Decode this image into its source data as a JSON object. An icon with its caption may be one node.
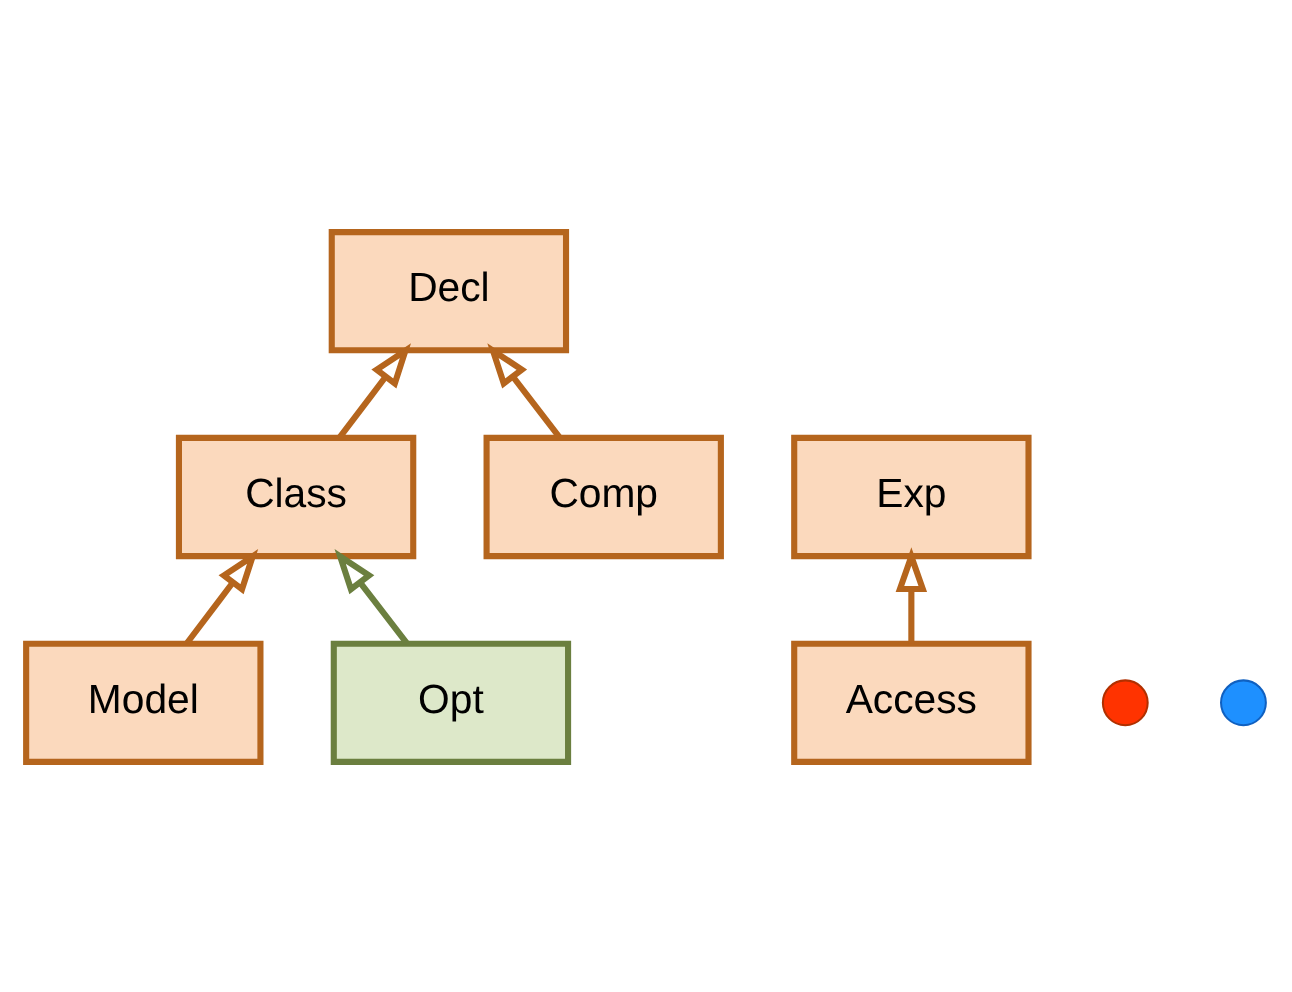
{
  "diagram": {
    "nodes": [
      {
        "text": [
          "Decl"
        ]
      },
      {
        "text": [
          "Exp"
        ]
      },
      {
        "text": [
          "Class"
        ]
      },
      {
        "text": [
          "Comp"
        ]
      },
      {
        "text": [
          "Access"
        ]
      },
      {
        "text": [],
        "shape": "circle"
      },
      {
        "text": [
          "Model"
        ]
      },
      {
        "text": [
          "Opt"
        ]
      },
      {
        "text": [],
        "shape": "circle"
      }
    ],
    "edges": [
      {
        "from": 2,
        "to": 0,
        "arrow": "to"
      },
      {
        "from": 3,
        "to": 0,
        "arrow": "to"
      },
      {
        "from": 4,
        "to": 1,
        "arrow": "to"
      },
      {
        "from": 6,
        "to": 2,
        "arrow": "to"
      },
      {
        "from": 7,
        "to": 2,
        "arrow": "to",
        "color": "#6b7f3f"
      }
    ]
  }
}
